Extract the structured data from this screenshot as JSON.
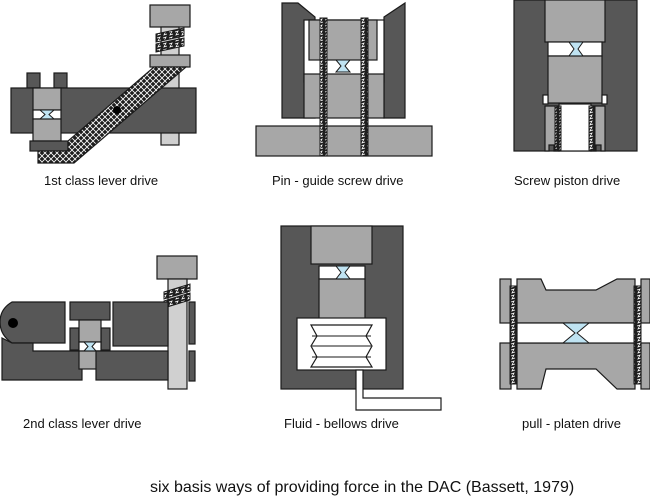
{
  "figure": {
    "caption": "six basis ways of providing force in the DAC (Bassett, 1979)",
    "panels": [
      {
        "id": "first-class-lever",
        "label": "1st class lever drive"
      },
      {
        "id": "pin-guide-screw",
        "label": "Pin - guide screw drive"
      },
      {
        "id": "screw-piston",
        "label": "Screw piston drive"
      },
      {
        "id": "second-class-lever",
        "label": "2nd class lever drive"
      },
      {
        "id": "fluid-bellows",
        "label": "Fluid - bellows drive"
      },
      {
        "id": "pull-platen",
        "label": "pull - platen drive"
      }
    ]
  },
  "colors": {
    "dark_body": "#575757",
    "medium_part": "#a7a7a7",
    "light_part": "#d0d0d0",
    "diamond": "#bfe3f2",
    "outline": "#1a1a1a"
  }
}
